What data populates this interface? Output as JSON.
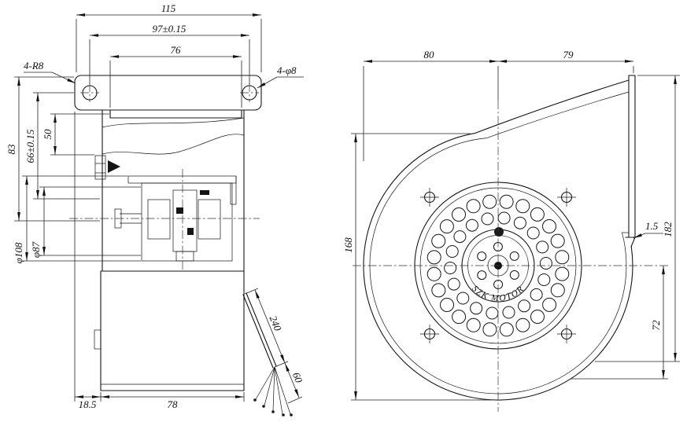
{
  "side_view": {
    "dims": {
      "w115": "115",
      "w97": "97±0.15",
      "w76": "76",
      "h83": "83",
      "h66": "66±0.15",
      "h50": "50",
      "d108": "φ108",
      "d87": "φ87",
      "b185": "18.5",
      "b78": "78",
      "cable240": "240",
      "cable60": "60"
    },
    "labels": {
      "corner_radius": "4-R8",
      "holes": "4-φ8"
    }
  },
  "front_view": {
    "dims": {
      "w80": "80",
      "w79": "79",
      "h168": "168",
      "t15": "1.5",
      "h182": "182",
      "h72": "72"
    },
    "motor_label": "SZK MOTOR"
  }
}
